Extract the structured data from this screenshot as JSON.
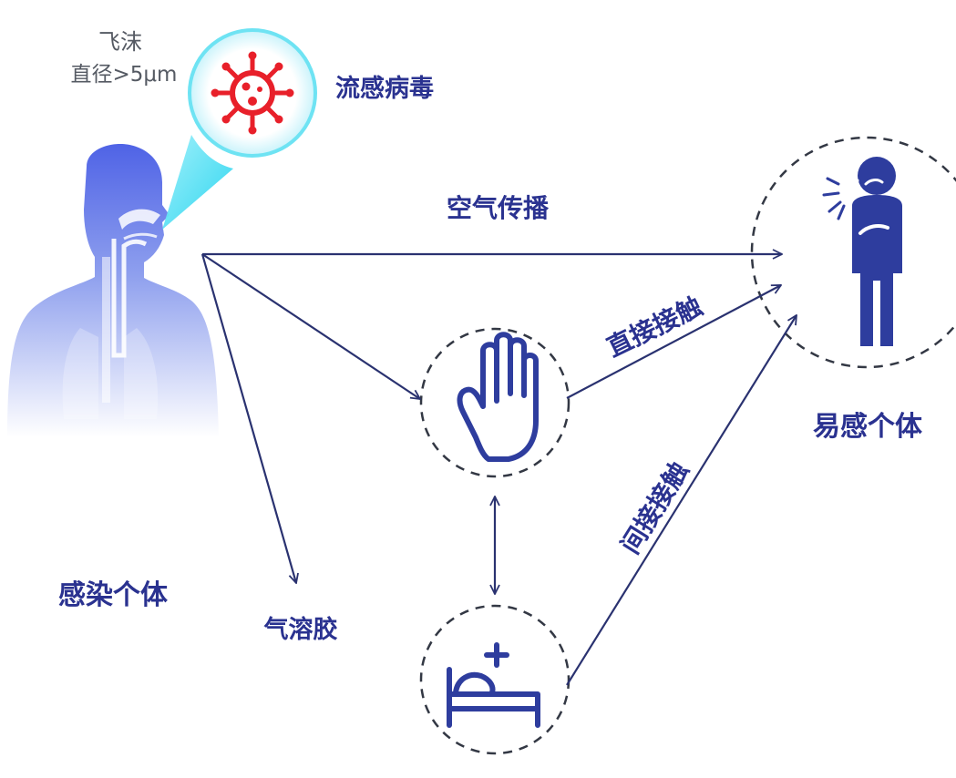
{
  "labels": {
    "droplet_title": "飞沫",
    "droplet_size": "直径>5μm",
    "virus": "流感病毒",
    "infected": "感染个体",
    "susceptible": "易感个体",
    "airborne": "空气传播",
    "direct_contact": "直接接触",
    "indirect_contact": "间接接触",
    "aerosol": "气溶胶"
  },
  "colors": {
    "line": "#2a3270",
    "text": "#2a3290",
    "icon": "#2e3d9e",
    "virus": "#e8202a",
    "cyan": "#30d8f0",
    "muted_text": "#555a63"
  },
  "icons": {
    "infected": "human-respiratory-tract-icon",
    "virus": "virus-icon",
    "hand": "hand-icon",
    "bed": "hospital-bed-icon",
    "person": "sick-person-icon"
  }
}
